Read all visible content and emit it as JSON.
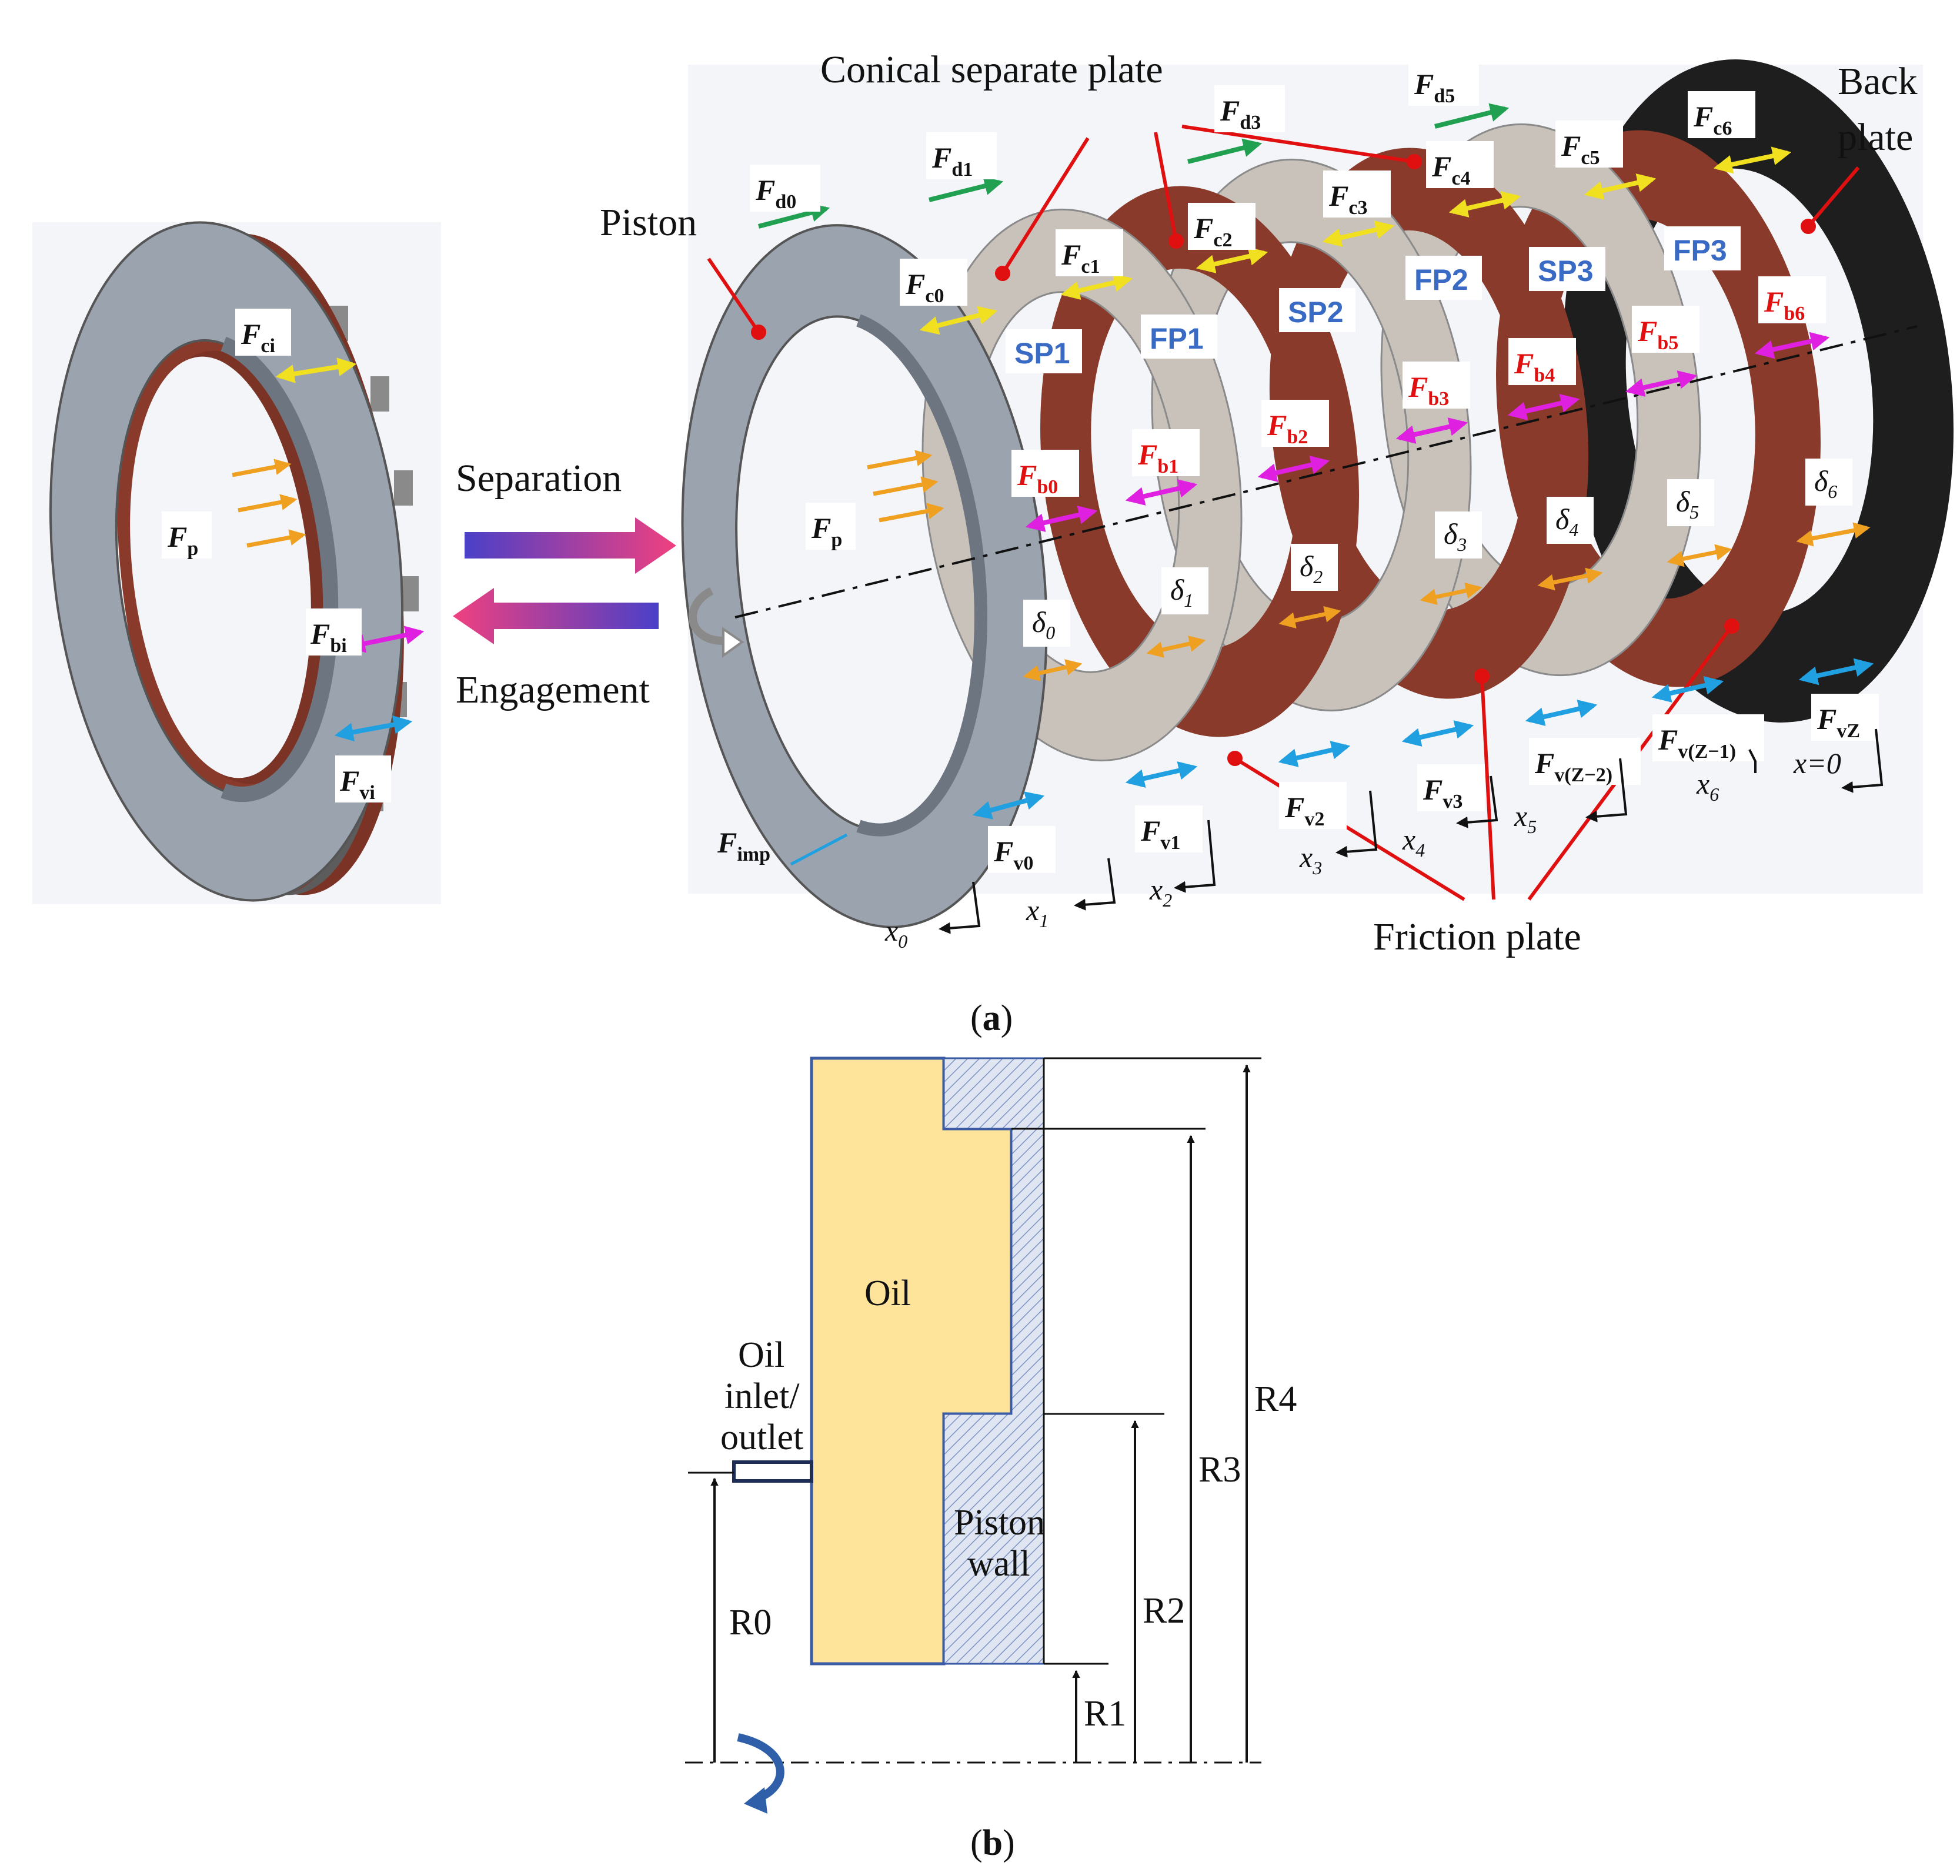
{
  "colors": {
    "friction_plate": "#8a3a2a",
    "separate_plate": "#c9c2ba",
    "back_plate": "#1e1e1e",
    "piston": "#9aa3ae",
    "oil": "#fde49a",
    "force_green": "#20a050",
    "force_yellow": "#f0e020",
    "force_magenta": "#e020e0",
    "force_orange": "#f0a020",
    "force_blue": "#20a0e0",
    "pointer_red": "#e01010",
    "plate_label_blue": "#3a6bc4"
  },
  "panel_a": {
    "caption_open": "(",
    "caption_letter": "a",
    "caption_close": ")",
    "title_conical": "Conical separate plate",
    "label_piston": "Piston",
    "label_back": "Back",
    "label_plate": "plate",
    "label_friction": "Friction plate",
    "label_separation": "Separation",
    "label_engagement": "Engagement",
    "left_assembly": {
      "force_c": {
        "main": "F",
        "sub": "ci"
      },
      "force_p": {
        "main": "F",
        "sub": "p"
      },
      "force_b": {
        "main": "F",
        "sub": "bi"
      },
      "force_v": {
        "main": "F",
        "sub": "vi"
      }
    },
    "plates": [
      "SP1",
      "FP1",
      "SP2",
      "FP2",
      "SP3",
      "FP3"
    ],
    "forces_d": [
      {
        "main": "F",
        "sub": "d0"
      },
      {
        "main": "F",
        "sub": "d1"
      },
      {
        "main": "F",
        "sub": "d3"
      },
      {
        "main": "F",
        "sub": "d5"
      }
    ],
    "forces_c": [
      {
        "main": "F",
        "sub": "c0"
      },
      {
        "main": "F",
        "sub": "c1"
      },
      {
        "main": "F",
        "sub": "c2"
      },
      {
        "main": "F",
        "sub": "c3"
      },
      {
        "main": "F",
        "sub": "c4"
      },
      {
        "main": "F",
        "sub": "c5"
      },
      {
        "main": "F",
        "sub": "c6"
      }
    ],
    "forces_b": [
      {
        "main": "F",
        "sub": "b0"
      },
      {
        "main": "F",
        "sub": "b1"
      },
      {
        "main": "F",
        "sub": "b2"
      },
      {
        "main": "F",
        "sub": "b3"
      },
      {
        "main": "F",
        "sub": "b4"
      },
      {
        "main": "F",
        "sub": "b5"
      },
      {
        "main": "F",
        "sub": "b6"
      }
    ],
    "forces_v": [
      {
        "main": "F",
        "sub": "v0"
      },
      {
        "main": "F",
        "sub": "v1"
      },
      {
        "main": "F",
        "sub": "v2"
      },
      {
        "main": "F",
        "sub": "v3"
      },
      {
        "main": "F",
        "sub": "v(Z−2)"
      },
      {
        "main": "F",
        "sub": "v(Z−1)"
      },
      {
        "main": "F",
        "sub": "vZ"
      }
    ],
    "force_imp": {
      "main": "F",
      "sub": "imp"
    },
    "force_p": {
      "main": "F",
      "sub": "p"
    },
    "deltas": [
      {
        "main": "δ",
        "sub": "0"
      },
      {
        "main": "δ",
        "sub": "1"
      },
      {
        "main": "δ",
        "sub": "2"
      },
      {
        "main": "δ",
        "sub": "3"
      },
      {
        "main": "δ",
        "sub": "4"
      },
      {
        "main": "δ",
        "sub": "5"
      },
      {
        "main": "δ",
        "sub": "6"
      }
    ],
    "x_labels": [
      {
        "main": "x",
        "sub": "0"
      },
      {
        "main": "x",
        "sub": "1"
      },
      {
        "main": "x",
        "sub": "2"
      },
      {
        "main": "x",
        "sub": "3"
      },
      {
        "main": "x",
        "sub": "4"
      },
      {
        "main": "x",
        "sub": "5"
      },
      {
        "main": "x",
        "sub": "6"
      }
    ],
    "x_zero": "x=0"
  },
  "panel_b": {
    "caption_open": "(",
    "caption_letter": "b",
    "caption_close": ")",
    "label_oil": "Oil",
    "label_inlet_1": "Oil",
    "label_inlet_2": "inlet/",
    "label_inlet_3": "outlet",
    "label_piston_1": "Piston",
    "label_piston_2": "wall",
    "radii": [
      "R0",
      "R1",
      "R2",
      "R3",
      "R4"
    ]
  }
}
